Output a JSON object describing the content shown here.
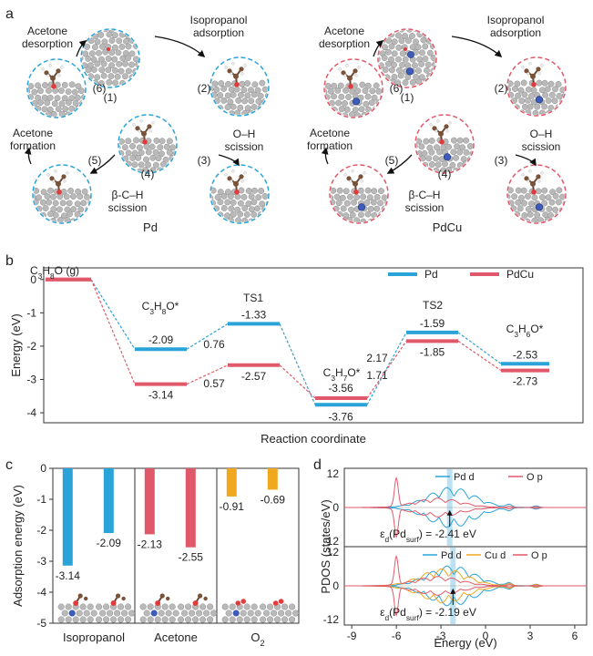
{
  "panel_labels": [
    "a",
    "b",
    "c",
    "d"
  ],
  "panel_a": {
    "cycles": [
      {
        "name": "Pd",
        "accent": "#2aa3d8",
        "steps": [
          "(1)",
          "(2)",
          "(3)",
          "(4)",
          "(5)",
          "(6)"
        ],
        "annotations": {
          "desorption": [
            "Acetone",
            "desorption"
          ],
          "adsorption": [
            "Isopropanol",
            "adsorption"
          ],
          "oh": [
            "O–H",
            "scission"
          ],
          "cc": [
            "β-C–H",
            "scission"
          ],
          "formation": [
            "Acetone",
            "formation"
          ]
        }
      },
      {
        "name": "PdCu",
        "accent": "#e0596a",
        "steps": [
          "(1)",
          "(2)",
          "(3)",
          "(4)",
          "(5)",
          "(6)"
        ],
        "annotations": {
          "desorption": [
            "Acetone",
            "desorption"
          ],
          "adsorption": [
            "Isopropanol",
            "adsorption"
          ],
          "oh": [
            "O–H",
            "scission"
          ],
          "cc": [
            "β-C–H",
            "scission"
          ],
          "formation": [
            "Acetone",
            "formation"
          ]
        }
      }
    ]
  },
  "chart_data": [
    {
      "type": "line",
      "panel": "b",
      "xlabel": "Reaction coordinate",
      "ylabel": "Energy (eV)",
      "ylim": [
        -4.3,
        0.35
      ],
      "yticks": [
        0,
        -1,
        -2,
        -3,
        -4
      ],
      "ytick_labels": [
        "0",
        "-1",
        "-2",
        "-3",
        "-4"
      ],
      "legend": [
        "Pd",
        "PdCu"
      ],
      "legend_position": "top-right",
      "series": [
        {
          "name": "Pd",
          "color": "#2aa3d8",
          "values": [
            0,
            -2.09,
            -1.33,
            -3.76,
            -1.59,
            -2.53
          ],
          "labels": [
            "",
            "-2.09",
            "-1.33",
            "-3.76",
            "-1.59",
            "-2.53"
          ]
        },
        {
          "name": "PdCu",
          "color": "#e0596a",
          "values": [
            0,
            -3.14,
            -2.57,
            -3.56,
            -1.85,
            -2.73
          ],
          "labels": [
            "",
            "-3.14",
            "-2.57",
            "-3.56",
            "-1.85",
            "-2.73"
          ]
        }
      ],
      "state_labels": [
        {
          "base": "C",
          "sub": "3",
          "mid": "H",
          "sub2": "8",
          "end": "O (g)"
        },
        {
          "base": "C",
          "sub": "3",
          "mid": "H",
          "sub2": "8",
          "end": "O*"
        },
        {
          "base": "TS1",
          "sub": "",
          "mid": "",
          "sub2": "",
          "end": ""
        },
        {
          "base": "C",
          "sub": "3",
          "mid": "H",
          "sub2": "7",
          "end": "O*"
        },
        {
          "base": "TS2",
          "sub": "",
          "mid": "",
          "sub2": "",
          "end": ""
        },
        {
          "base": "C",
          "sub": "3",
          "mid": "H",
          "sub2": "6",
          "end": "O*"
        }
      ],
      "barriers": [
        "0.76",
        "0.57",
        "2.17",
        "1.71"
      ]
    },
    {
      "type": "bar",
      "panel": "c",
      "ylabel": "Adsorption energy (eV)",
      "ylim": [
        -5,
        0
      ],
      "yticks": [
        0,
        -1,
        -2,
        -3,
        -4,
        -5
      ],
      "ytick_labels": [
        "0",
        "-1",
        "-2",
        "-3",
        "-4",
        "-5"
      ],
      "categories": [
        "Isopropanol",
        "Acetone",
        "O2"
      ],
      "category_display": [
        {
          "base": "Isopropanol",
          "sub": ""
        },
        {
          "base": "Acetone",
          "sub": ""
        },
        {
          "base": "O",
          "sub": "2"
        }
      ],
      "bars": [
        {
          "category": "Isopropanol",
          "value": -3.14,
          "label": "-3.14",
          "color": "#2aa3d8"
        },
        {
          "category": "Isopropanol",
          "value": -2.09,
          "label": "-2.09",
          "color": "#2aa3d8"
        },
        {
          "category": "Acetone",
          "value": -2.13,
          "label": "-2.13",
          "color": "#e0596a"
        },
        {
          "category": "Acetone",
          "value": -2.55,
          "label": "-2.55",
          "color": "#e0596a"
        },
        {
          "category": "O2",
          "value": -0.91,
          "label": "-0.91",
          "color": "#f0a81e"
        },
        {
          "category": "O2",
          "value": -0.69,
          "label": "-0.69",
          "color": "#f0a81e"
        }
      ]
    },
    {
      "type": "line",
      "panel": "d",
      "xlabel": "Energy (eV)",
      "ylabel": "PDOS (states/eV)",
      "xlim": [
        -9.5,
        6.8
      ],
      "xticks": [
        -9,
        -6,
        -3,
        0,
        3,
        6
      ],
      "xtick_labels": [
        "-9",
        "-6",
        "-3",
        "0",
        "3",
        "6"
      ],
      "subplots": [
        {
          "ylim": [
            -12,
            12
          ],
          "ytick_labels": [
            "12",
            "0",
            "-12"
          ],
          "legend": [
            {
              "name": "Pd d",
              "color": "#2aa3d8"
            },
            {
              "name": "O p",
              "color": "#e0596a"
            }
          ],
          "d_band_center": -2.41,
          "d_band_label": {
            "pre": "ε",
            "sub": "d",
            "mid": "(Pd",
            "sub2": "surf",
            "end": ") = -2.41 eV"
          }
        },
        {
          "ylim": [
            -12,
            12
          ],
          "ytick_labels": [
            "12",
            "0",
            "-12"
          ],
          "legend": [
            {
              "name": "Pd d",
              "color": "#2aa3d8"
            },
            {
              "name": "Cu d",
              "color": "#f0a81e"
            },
            {
              "name": "O p",
              "color": "#e0596a"
            }
          ],
          "d_band_center": -2.19,
          "d_band_label": {
            "pre": "ε",
            "sub": "d",
            "mid": "(Pd",
            "sub2": "surf",
            "end": ") = -2.19 eV"
          }
        }
      ]
    }
  ]
}
